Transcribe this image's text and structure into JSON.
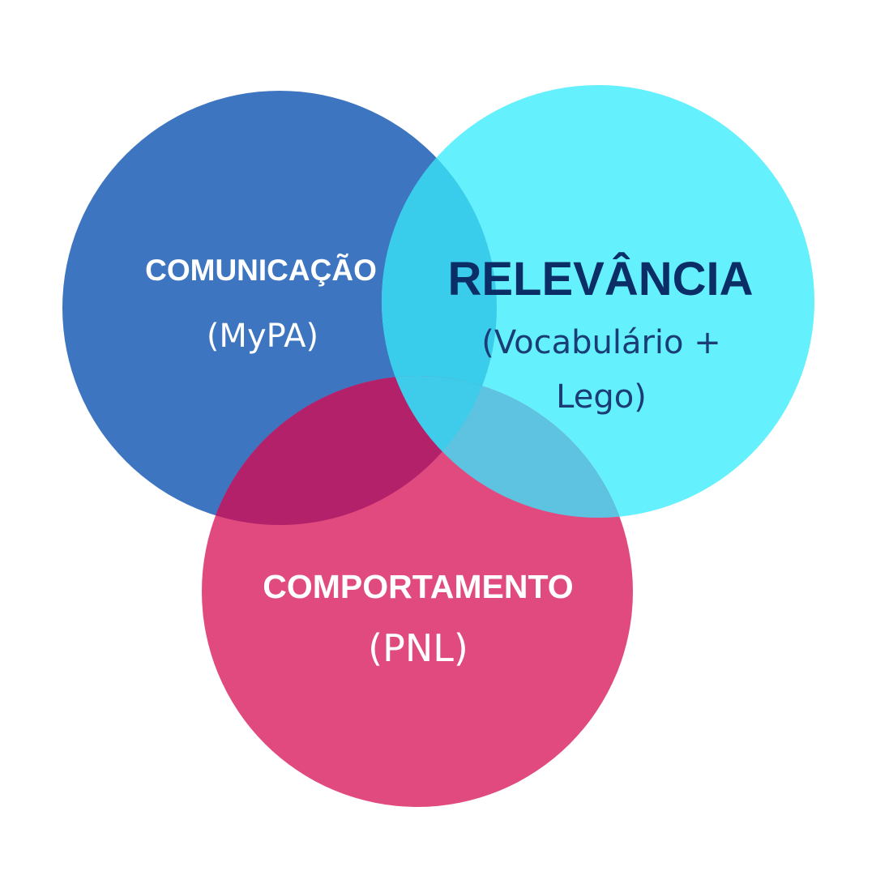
{
  "diagram": {
    "type": "venn",
    "circles": [
      {
        "id": "comunicacao",
        "title": "COMUNICAÇÃO",
        "subtitle_lines": [
          "(MyPA)"
        ],
        "color": "#3E75C1",
        "title_color": "#FFFFFF",
        "subtitle_color": "#FFFFFF"
      },
      {
        "id": "relevancia",
        "title": "RELEVÂNCIA",
        "subtitle_lines": [
          "(Vocabulário +",
          "Lego)"
        ],
        "color": "#64F0FC",
        "title_color": "#0B2E66",
        "subtitle_color": "#1A3D75"
      },
      {
        "id": "comportamento",
        "title": "COMPORTAMENTO",
        "subtitle_lines": [
          "(PNL)"
        ],
        "color": "#E14A7E",
        "title_color": "#FFFFFF",
        "subtitle_color": "#FFFFFF"
      }
    ],
    "overlap_colors": {
      "comunicacao_relevancia": "#3ACDEB",
      "comunicacao_comportamento": "#B3216B",
      "relevancia_comportamento": "#5EC3E0"
    }
  }
}
